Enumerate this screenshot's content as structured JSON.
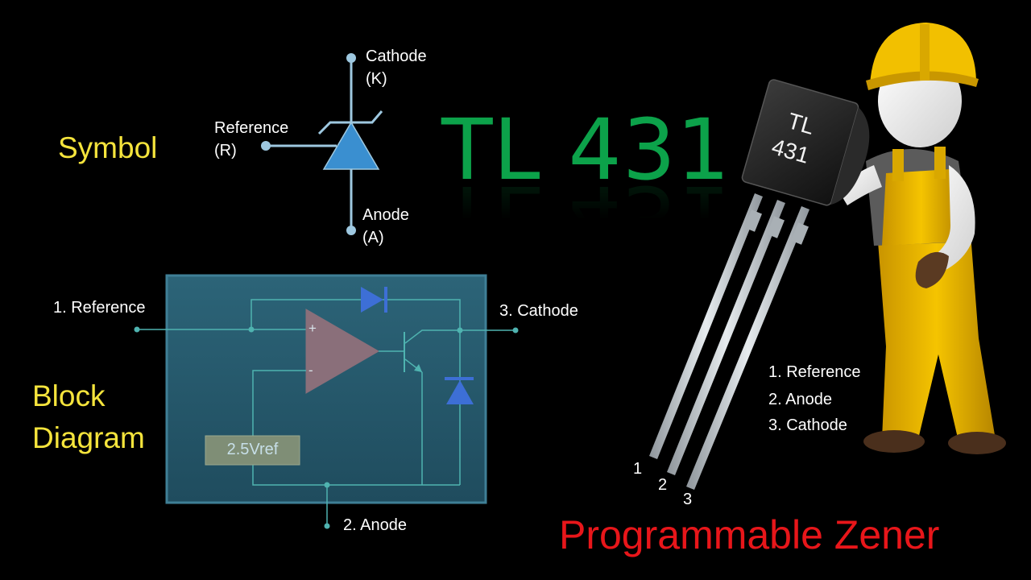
{
  "title": "TL 431",
  "subtitle": "Programmable Zener",
  "symbol": {
    "heading": "Symbol",
    "cathode_label": "Cathode",
    "cathode_abbr": "(K)",
    "reference_label": "Reference",
    "reference_abbr": "(R)",
    "anode_label": "Anode",
    "anode_abbr": "(A)"
  },
  "block_diagram": {
    "heading_line1": "Block",
    "heading_line2": "Diagram",
    "pin_reference": "1. Reference",
    "pin_cathode": "3. Cathode",
    "pin_anode": "2. Anode",
    "opamp_plus": "+",
    "opamp_minus": "-",
    "vref_label": "2.5Vref"
  },
  "package": {
    "marking_line1": "TL",
    "marking_line2": "431",
    "lead1": "1",
    "lead2": "2",
    "lead3": "3",
    "pinout": [
      "1. Reference",
      "2. Anode",
      "3. Cathode"
    ]
  },
  "colors": {
    "title": "#0ca24a",
    "subtitle": "#e8161a",
    "heading": "#f5e43c",
    "symbol_line": "#9ec8e0",
    "symbol_fill": "#3a8fd0",
    "board": "#245669",
    "wire": "#4fb3b0"
  }
}
